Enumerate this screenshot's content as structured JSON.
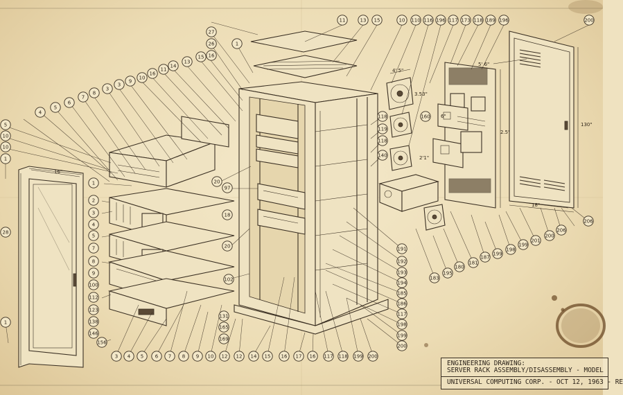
{
  "drawing": {
    "title_line1": "ENGINEERING DRAWING:",
    "title_line2": "SERVER RACK ASSEMBLY/DISASSEMBLY - MODEL",
    "title_line3": "UNIVERSAL COMPUTING CORP. - OCT 12, 1963 - RE"
  },
  "dimensions": {
    "door_width": "16\"",
    "side_height": "130\"",
    "side_width": "18\"",
    "back_width": "5' 6\"",
    "back_height": "2.5'",
    "fan_size": "4' 5\"",
    "fan_size2": "3.53\"",
    "board_dim": "6\"",
    "board_dim2": "2'1\""
  },
  "callouts": {
    "top_row": [
      "11",
      "13",
      "15",
      "10",
      "110",
      "116",
      "196",
      "117",
      "173",
      "118",
      "189",
      "196",
      "200"
    ],
    "top_left_arc": [
      "27",
      "26",
      "1",
      "16",
      "15",
      "13",
      "14",
      "11",
      "16",
      "10",
      "9",
      "3",
      "3",
      "8",
      "7",
      "6",
      "5",
      "4"
    ],
    "left_column": [
      "5",
      "10",
      "10",
      "1",
      "28",
      "1"
    ],
    "mid_left_column": [
      "1",
      "2",
      "3",
      "4",
      "5",
      "7",
      "8",
      "9",
      "100",
      "112",
      "123",
      "138",
      "146",
      "156"
    ],
    "bottom_row": [
      "3",
      "4",
      "5",
      "6",
      "7",
      "8",
      "9",
      "10",
      "12",
      "12",
      "14",
      "15",
      "16",
      "17",
      "16",
      "117",
      "118",
      "199",
      "200"
    ],
    "center_misc": [
      "20",
      "97",
      "18",
      "102",
      "131",
      "165",
      "169",
      "20"
    ],
    "right_mid": [
      "118",
      "119",
      "118",
      "140",
      "160",
      "191",
      "192",
      "193",
      "194",
      "185",
      "186",
      "117",
      "198",
      "199",
      "200"
    ],
    "right_lower": [
      "183",
      "195",
      "180",
      "181",
      "187",
      "199",
      "198",
      "199",
      "201",
      "200",
      "206",
      "206"
    ]
  }
}
